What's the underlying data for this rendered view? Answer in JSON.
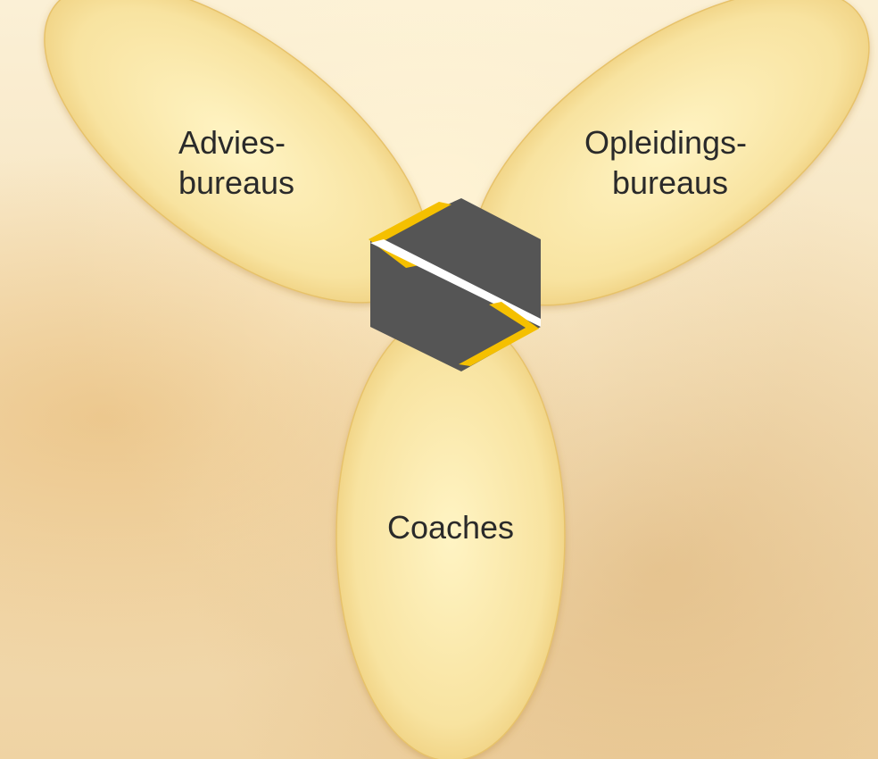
{
  "petals": [
    {
      "id": "advies",
      "lines": [
        "Advies-",
        "bureaus"
      ]
    },
    {
      "id": "opleidings",
      "lines": [
        "Opleidings-",
        "bureaus"
      ]
    },
    {
      "id": "coaches",
      "lines": [
        "Coaches"
      ]
    }
  ],
  "colors": {
    "petal_fill": "#f8e3a0",
    "petal_edge": "#e7c26a",
    "logo_dark": "#555555",
    "logo_accent": "#f5c000"
  },
  "logo": {
    "icon": "hexagon-s-logo-icon"
  }
}
